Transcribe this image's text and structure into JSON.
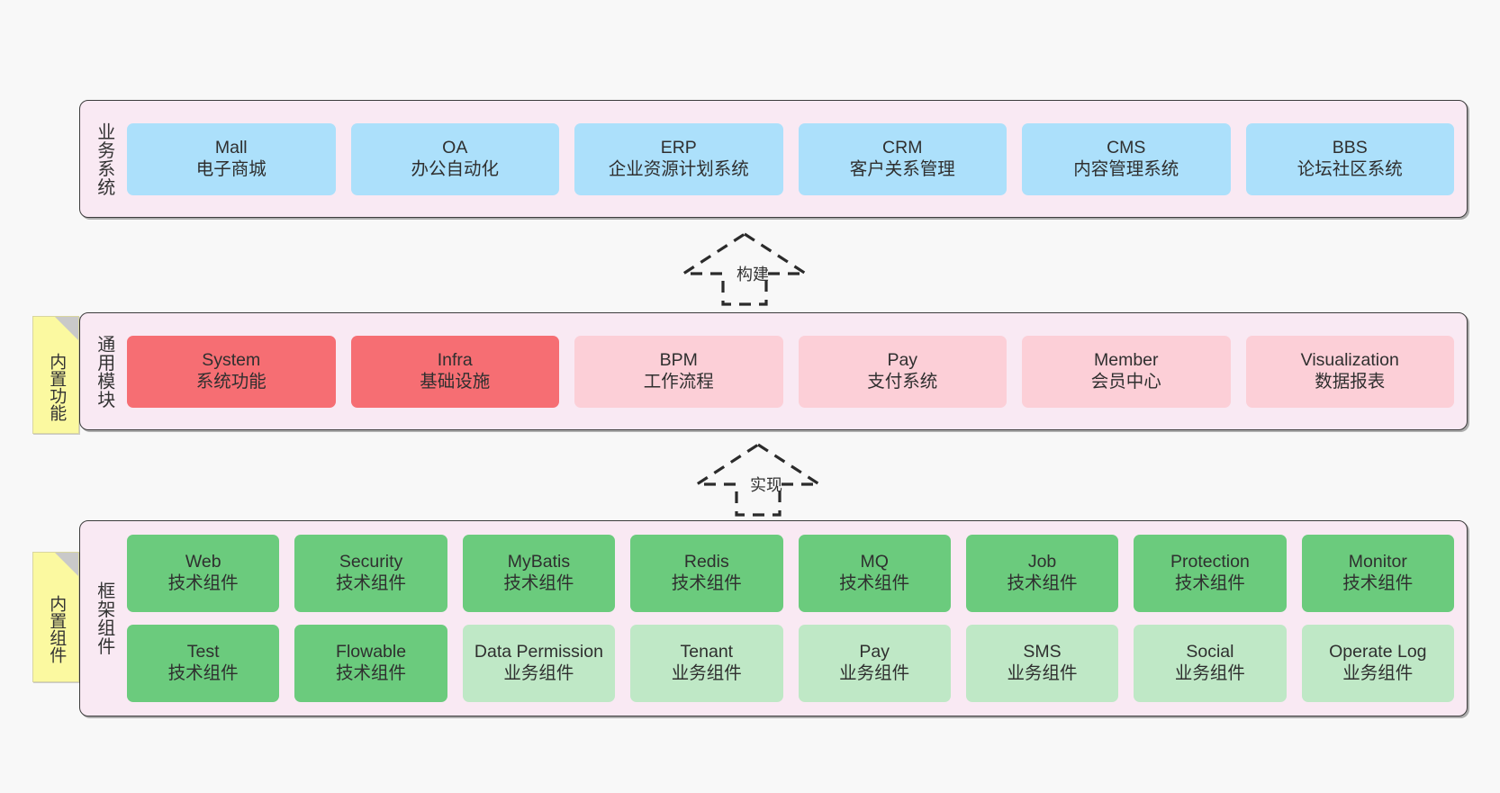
{
  "diagram": {
    "title_hidden": "",
    "colors": {
      "panel_bg": "#f9e9f3",
      "panel_border": "#3c3c3c",
      "business": "#ace0fb",
      "module_active": "#f66e73",
      "module_plain": "#fccfd7",
      "framework_tech": "#6bcb7d",
      "framework_biz": "#bfe8c6",
      "note": "#fbf9a0",
      "canvas": "#f8f8f8"
    }
  },
  "layers": [
    {
      "id": "business-system",
      "title": "业务系统",
      "rows": [
        {
          "cards": [
            {
              "name": "mall",
              "en": "Mall",
              "cn": "电子商城",
              "style": "c-blue"
            },
            {
              "name": "oa",
              "en": "OA",
              "cn": "办公自动化",
              "style": "c-blue"
            },
            {
              "name": "erp",
              "en": "ERP",
              "cn": "企业资源计划系统",
              "style": "c-blue"
            },
            {
              "name": "crm",
              "en": "CRM",
              "cn": "客户关系管理",
              "style": "c-blue"
            },
            {
              "name": "cms",
              "en": "CMS",
              "cn": "内容管理系统",
              "style": "c-blue"
            },
            {
              "name": "bbs",
              "en": "BBS",
              "cn": "论坛社区系统",
              "style": "c-blue"
            }
          ]
        }
      ]
    },
    {
      "id": "common-module",
      "title": "通用模块",
      "note": "内置功能",
      "rows": [
        {
          "cards": [
            {
              "name": "system",
              "en": "System",
              "cn": "系统功能",
              "style": "c-red"
            },
            {
              "name": "infra",
              "en": "Infra",
              "cn": "基础设施",
              "style": "c-red"
            },
            {
              "name": "bpm",
              "en": "BPM",
              "cn": "工作流程",
              "style": "c-pink"
            },
            {
              "name": "pay",
              "en": "Pay",
              "cn": "支付系统",
              "style": "c-pink"
            },
            {
              "name": "member",
              "en": "Member",
              "cn": "会员中心",
              "style": "c-pink"
            },
            {
              "name": "visualization",
              "en": "Visualization",
              "cn": "数据报表",
              "style": "c-pink"
            }
          ]
        }
      ]
    },
    {
      "id": "framework-component",
      "title": "框架组件",
      "note": "内置组件",
      "rows": [
        {
          "cards": [
            {
              "name": "web",
              "en": "Web",
              "cn": "技术组件",
              "style": "c-green"
            },
            {
              "name": "security",
              "en": "Security",
              "cn": "技术组件",
              "style": "c-green"
            },
            {
              "name": "mybatis",
              "en": "MyBatis",
              "cn": "技术组件",
              "style": "c-green"
            },
            {
              "name": "redis",
              "en": "Redis",
              "cn": "技术组件",
              "style": "c-green"
            },
            {
              "name": "mq",
              "en": "MQ",
              "cn": "技术组件",
              "style": "c-green"
            },
            {
              "name": "job",
              "en": "Job",
              "cn": "技术组件",
              "style": "c-green"
            },
            {
              "name": "protection",
              "en": "Protection",
              "cn": "技术组件",
              "style": "c-green"
            },
            {
              "name": "monitor",
              "en": "Monitor",
              "cn": "技术组件",
              "style": "c-green"
            }
          ]
        },
        {
          "cards": [
            {
              "name": "test",
              "en": "Test",
              "cn": "技术组件",
              "style": "c-green"
            },
            {
              "name": "flowable",
              "en": "Flowable",
              "cn": "技术组件",
              "style": "c-green"
            },
            {
              "name": "data-permission",
              "en": "Data Permission",
              "cn": "业务组件",
              "style": "c-greenlight"
            },
            {
              "name": "tenant",
              "en": "Tenant",
              "cn": "业务组件",
              "style": "c-greenlight"
            },
            {
              "name": "pay",
              "en": "Pay",
              "cn": "业务组件",
              "style": "c-greenlight"
            },
            {
              "name": "sms",
              "en": "SMS",
              "cn": "业务组件",
              "style": "c-greenlight"
            },
            {
              "name": "social",
              "en": "Social",
              "cn": "业务组件",
              "style": "c-greenlight"
            },
            {
              "name": "operate-log",
              "en": "Operate Log",
              "cn": "业务组件",
              "style": "c-greenlight"
            }
          ]
        }
      ]
    }
  ],
  "arrows": [
    {
      "name": "build-arrow",
      "label": "构建"
    },
    {
      "name": "implement-arrow",
      "label": "实现"
    }
  ]
}
